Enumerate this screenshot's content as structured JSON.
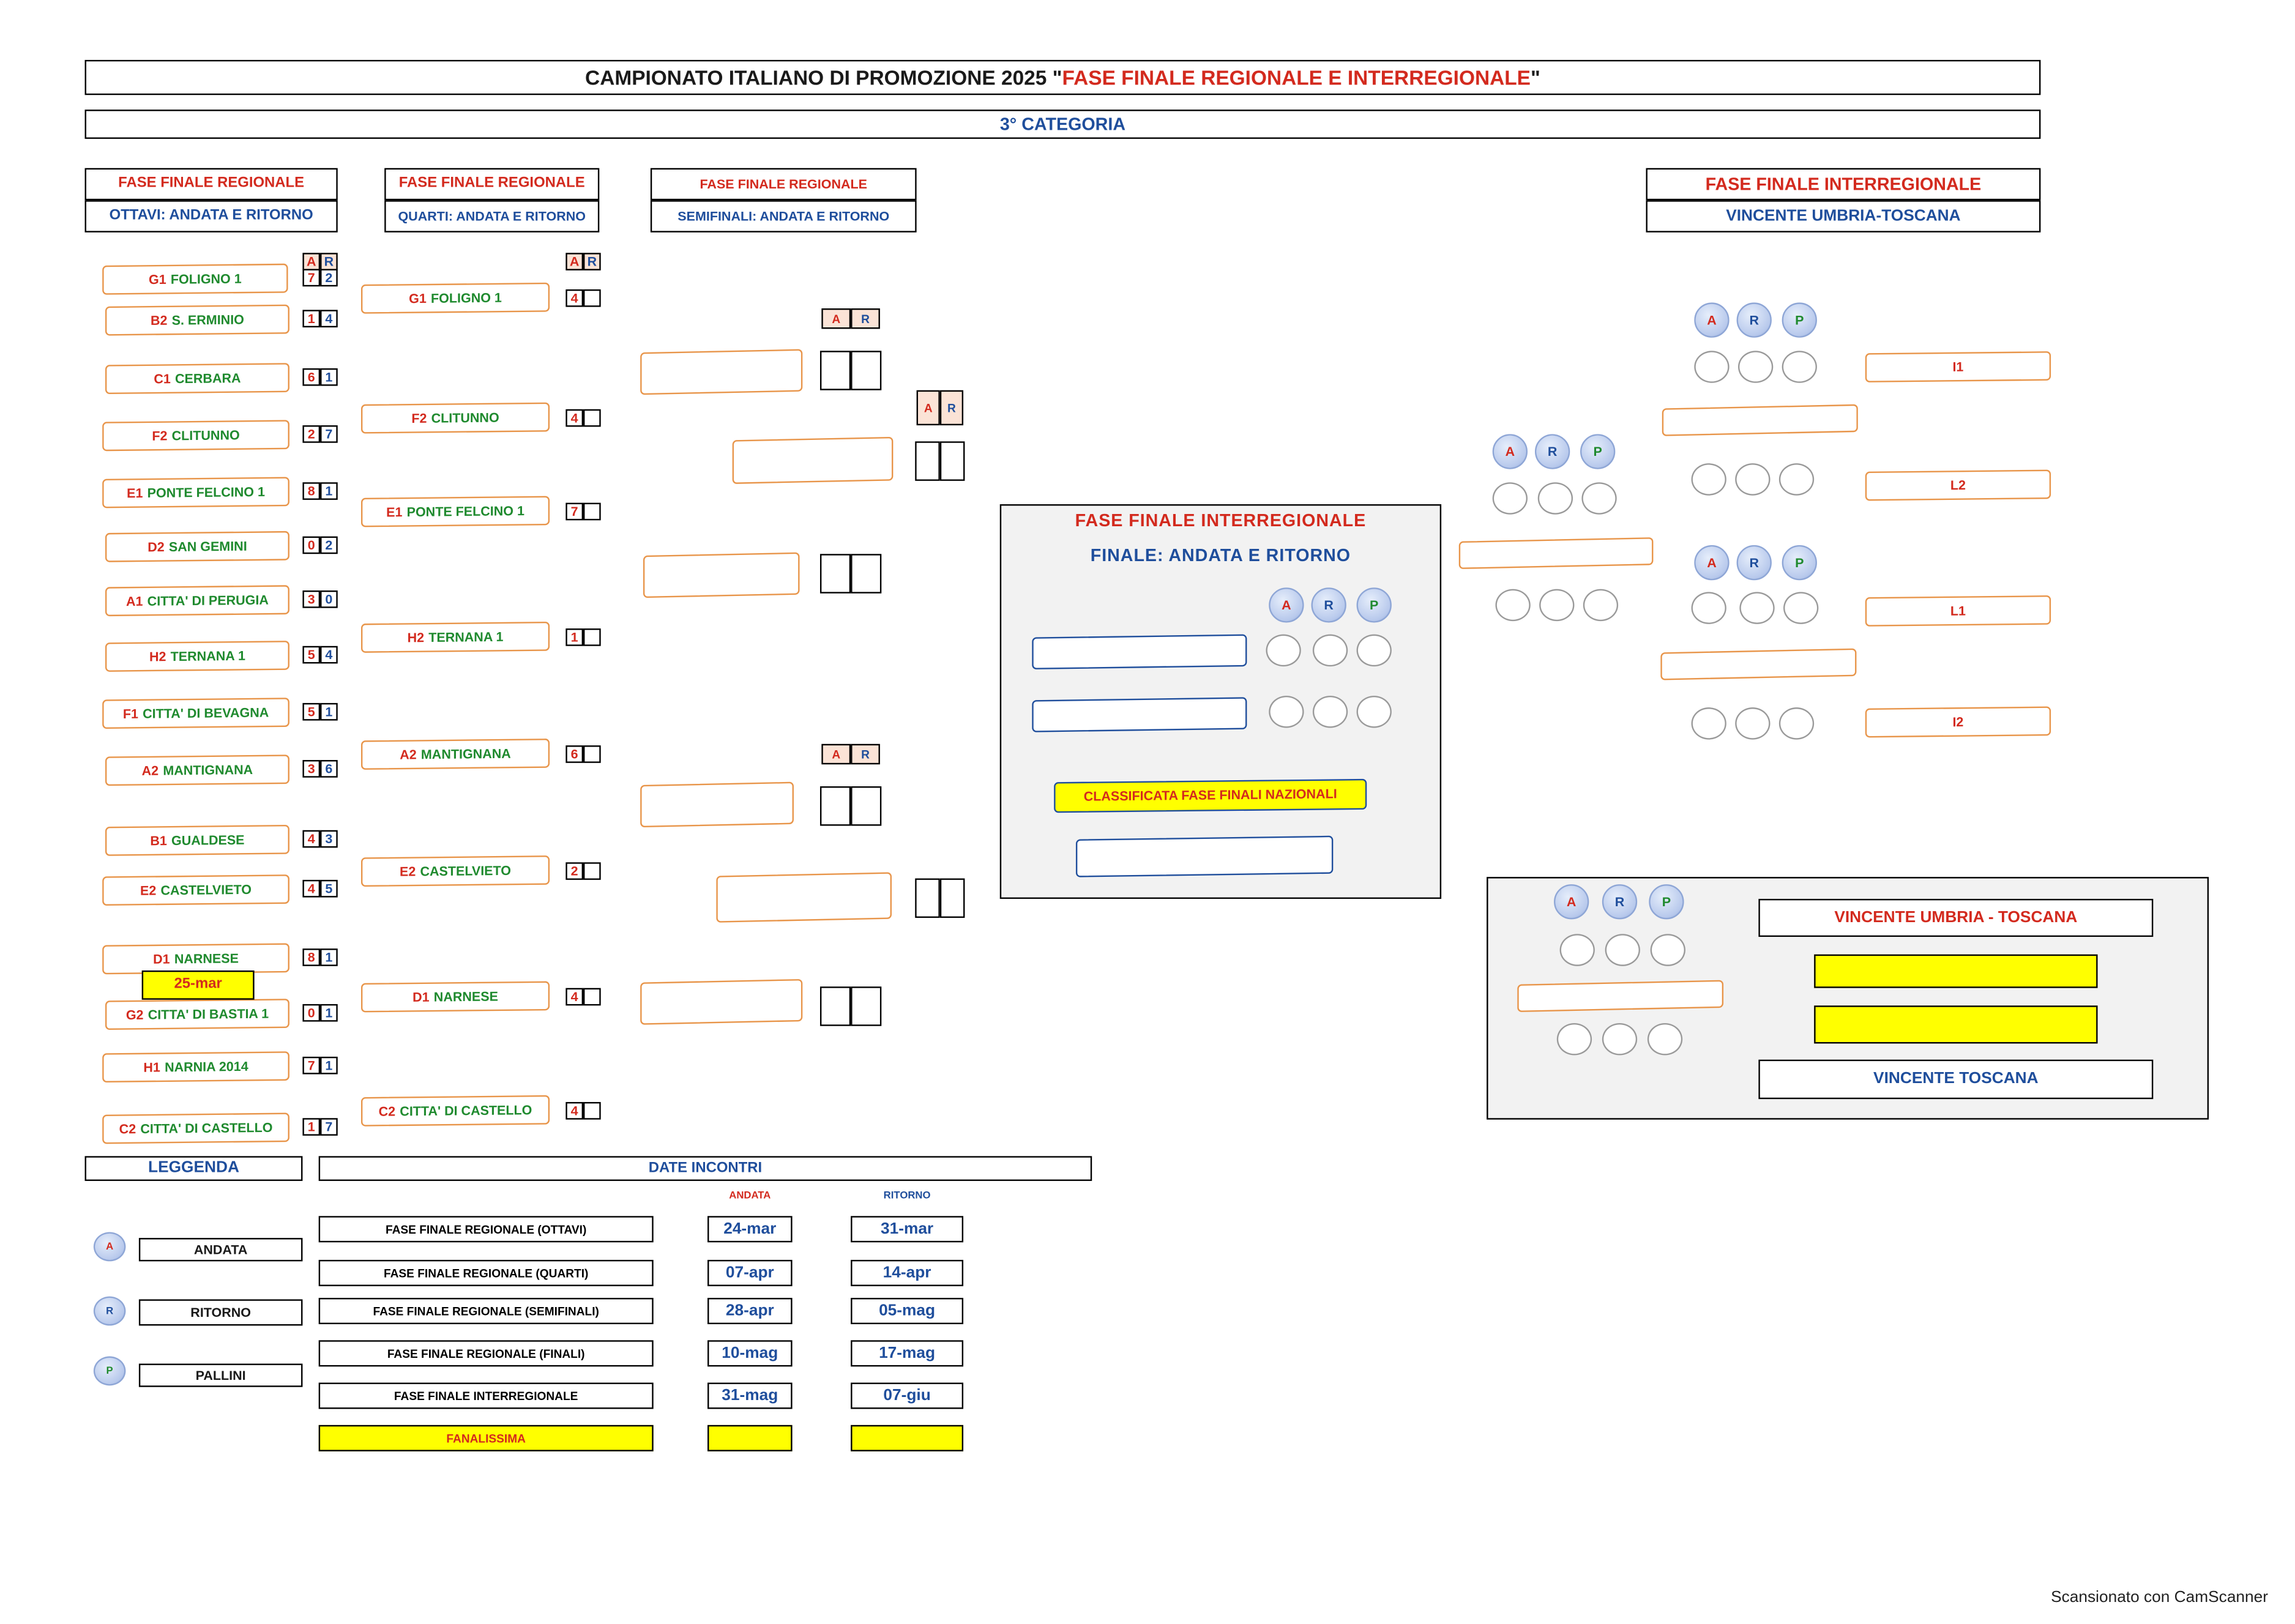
{
  "title": {
    "part1": "CAMPIONATO ITALIANO DI PROMOZIONE 2025 \"",
    "part2": "FASE FINALE REGIONALE E INTERREGIONALE",
    "part3": "\""
  },
  "category": "3° CATEGORIA",
  "columns": {
    "ottavi": {
      "line1": "FASE FINALE REGIONALE",
      "line2": "OTTAVI: ANDATA E RITORNO"
    },
    "quarti": {
      "line1": "FASE FINALE REGIONALE",
      "line2": "QUARTI: ANDATA E RITORNO"
    },
    "semifinali": {
      "line1": "FASE FINALE REGIONALE",
      "line2": "SEMIFINALI: ANDATA E RITORNO"
    },
    "interregionale": {
      "line1": "FASE FINALE INTERREGIONALE",
      "line2": "VINCENTE UMBRIA-TOSCANA"
    }
  },
  "ar_labels": {
    "a": "A",
    "r": "R",
    "p": "P"
  },
  "ottavi": [
    {
      "code": "G1",
      "name": "FOLIGNO 1",
      "a": "7",
      "r": "2"
    },
    {
      "code": "B2",
      "name": "S. ERMINIO",
      "a": "1",
      "r": "4"
    },
    {
      "code": "C1",
      "name": "CERBARA",
      "a": "6",
      "r": "1"
    },
    {
      "code": "F2",
      "name": "CLITUNNO",
      "a": "2",
      "r": "7"
    },
    {
      "code": "E1",
      "name": "PONTE FELCINO 1",
      "a": "8",
      "r": "1"
    },
    {
      "code": "D2",
      "name": "SAN GEMINI",
      "a": "0",
      "r": "2"
    },
    {
      "code": "A1",
      "name": "CITTA' DI PERUGIA",
      "a": "3",
      "r": "0"
    },
    {
      "code": "H2",
      "name": "TERNANA 1",
      "a": "5",
      "r": "4"
    },
    {
      "code": "F1",
      "name": "CITTA' DI BEVAGNA",
      "a": "5",
      "r": "1"
    },
    {
      "code": "A2",
      "name": "MANTIGNANA",
      "a": "3",
      "r": "6"
    },
    {
      "code": "B1",
      "name": "GUALDESE",
      "a": "4",
      "r": "3"
    },
    {
      "code": "E2",
      "name": "CASTELVIETO",
      "a": "4",
      "r": "5"
    },
    {
      "code": "D1",
      "name": "NARNESE",
      "a": "8",
      "r": "1"
    },
    {
      "code": "G2",
      "name": "CITTA' DI BASTIA 1",
      "a": "0",
      "r": "1"
    },
    {
      "code": "H1",
      "name": "NARNIA 2014",
      "a": "7",
      "r": "1"
    },
    {
      "code": "C2",
      "name": "CITTA' DI CASTELLO",
      "a": "1",
      "r": "7"
    }
  ],
  "postponed_note": "25-mar",
  "quarti": [
    {
      "code": "G1",
      "name": "FOLIGNO 1",
      "a": "4",
      "r": ""
    },
    {
      "code": "F2",
      "name": "CLITUNNO",
      "a": "4",
      "r": ""
    },
    {
      "code": "E1",
      "name": "PONTE FELCINO 1",
      "a": "7",
      "r": ""
    },
    {
      "code": "H2",
      "name": "TERNANA 1",
      "a": "1",
      "r": ""
    },
    {
      "code": "A2",
      "name": "MANTIGNANA",
      "a": "6",
      "r": ""
    },
    {
      "code": "E2",
      "name": "CASTELVIETO",
      "a": "2",
      "r": ""
    },
    {
      "code": "D1",
      "name": "NARNESE",
      "a": "4",
      "r": ""
    },
    {
      "code": "C2",
      "name": "CITTA' DI CASTELLO",
      "a": "4",
      "r": ""
    }
  ],
  "final_panel": {
    "title": "FASE FINALE INTERREGIONALE",
    "subtitle": "FINALE: ANDATA E RITORNO",
    "qualified": "CLASSIFICATA FASE FINALI NAZIONALI"
  },
  "inter_slots": {
    "i1": "I1",
    "l2": "L2",
    "l1": "L1",
    "i2": "I2"
  },
  "winner_panel": {
    "top": "VINCENTE UMBRIA - TOSCANA",
    "bottom": "VINCENTE TOSCANA"
  },
  "legend": {
    "title": "LEGGENDA",
    "items": [
      {
        "icon": "A",
        "label": "ANDATA"
      },
      {
        "icon": "R",
        "label": "RITORNO"
      },
      {
        "icon": "P",
        "label": "PALLINI"
      }
    ]
  },
  "dates": {
    "title": "DATE INCONTRI",
    "andata_header": "ANDATA",
    "ritorno_header": "RITORNO",
    "rows": [
      {
        "label": "FASE FINALE REGIONALE (OTTAVI)",
        "andata": "24-mar",
        "ritorno": "31-mar"
      },
      {
        "label": "FASE FINALE REGIONALE (QUARTI)",
        "andata": "07-apr",
        "ritorno": "14-apr"
      },
      {
        "label": "FASE FINALE REGIONALE (SEMIFINALI)",
        "andata": "28-apr",
        "ritorno": "05-mag"
      },
      {
        "label": "FASE FINALE REGIONALE (FINALI)",
        "andata": "10-mag",
        "ritorno": "17-mag"
      },
      {
        "label": "FASE FINALE INTERREGIONALE",
        "andata": "31-mag",
        "ritorno": "07-giu"
      },
      {
        "label": "FANALISSIMA",
        "andata": "",
        "ritorno": ""
      }
    ]
  },
  "watermark": "Scansionato con CamScanner",
  "colors": {
    "red": "#d32a1e",
    "blue": "#1f4e9c",
    "green": "#1f8a2e",
    "orange": "#e8954a",
    "yellow": "#ffff00",
    "panel": "#f2f2f2"
  }
}
